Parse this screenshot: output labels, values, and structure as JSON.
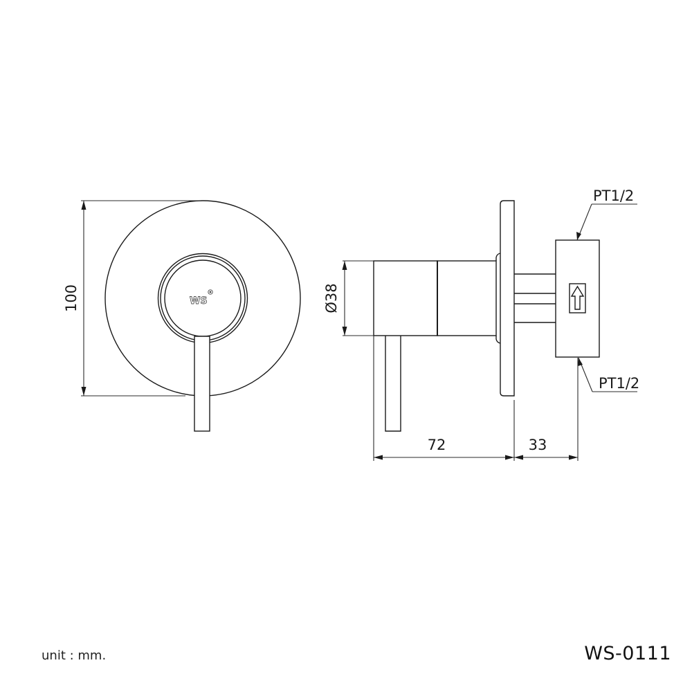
{
  "drawing": {
    "model": "WS-0111",
    "unit_note": "unit : mm.",
    "front_view": {
      "logo_text": "WS",
      "dimensions": {
        "plate_diameter": "100"
      }
    },
    "side_view": {
      "dimensions": {
        "body_diameter": "Ø38",
        "body_length": "72",
        "valve_depth": "33"
      },
      "labels": {
        "inlet_top": "PT1/2",
        "inlet_bottom": "PT1/2"
      },
      "flow_icon": "arrow-up-icon"
    }
  },
  "colors": {
    "line": "#1a1a1a",
    "background": "#ffffff"
  }
}
